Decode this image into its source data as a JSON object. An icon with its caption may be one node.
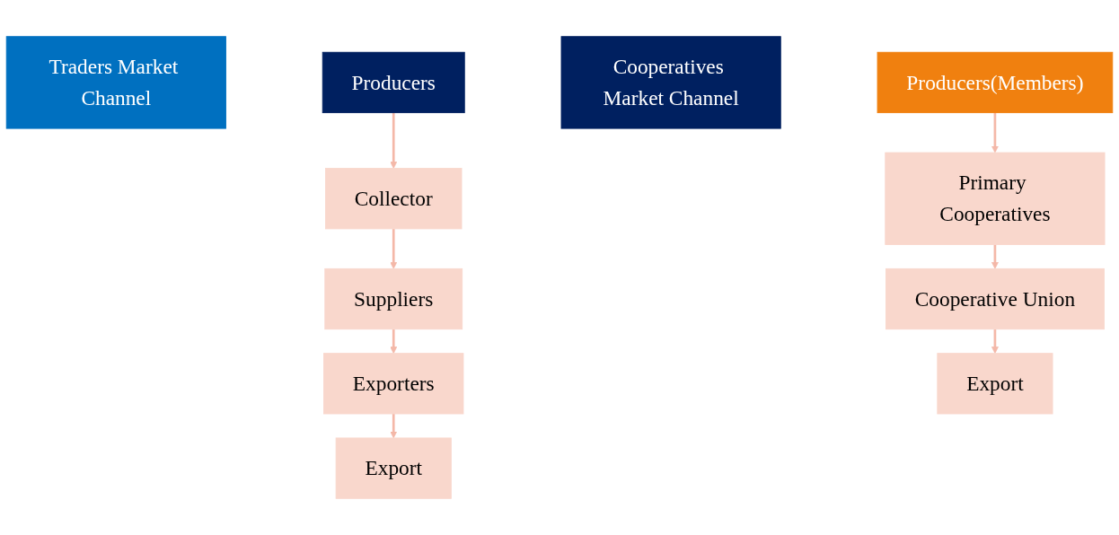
{
  "diagram": {
    "nodes": [
      {
        "text": [
          "Traders Market Channel"
        ]
      },
      {
        "text": [
          "Producers"
        ]
      },
      {
        "text": [
          "Collector"
        ]
      },
      {
        "text": [
          "Suppliers"
        ]
      },
      {
        "text": [
          "Exporters"
        ]
      },
      {
        "text": [
          "Export"
        ]
      },
      {
        "text": [
          "Cooperatives Market Channel"
        ]
      },
      {
        "text": [
          "Producers(Members)"
        ]
      },
      {
        "text": [
          "Primary Cooperatives"
        ]
      },
      {
        "text": [
          "Cooperative Union"
        ]
      },
      {
        "text": [
          "Export"
        ]
      }
    ],
    "edges": [
      {
        "from": 1,
        "to": 2,
        "arrow": "to"
      },
      {
        "from": 2,
        "to": 3,
        "arrow": "to"
      },
      {
        "from": 3,
        "to": 4,
        "arrow": "to"
      },
      {
        "from": 4,
        "to": 5,
        "arrow": "to"
      },
      {
        "from": 7,
        "to": 8,
        "arrow": "to"
      },
      {
        "from": 8,
        "to": 9,
        "arrow": "to"
      },
      {
        "from": 9,
        "to": 10,
        "arrow": "to"
      }
    ]
  }
}
